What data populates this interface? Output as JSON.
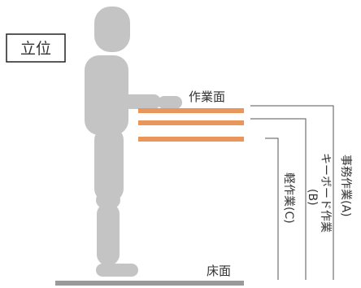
{
  "posture_label": "立位",
  "work_surface_label": "作業面",
  "floor_label": "床面",
  "measures": [
    {
      "label_main": "事務作業",
      "label_sub": "(A)"
    },
    {
      "label_main": "キーボード作業",
      "label_sub": "(B)"
    },
    {
      "label_main": "軽作業",
      "label_sub": "(C)"
    }
  ],
  "colors": {
    "figure": "#c4c4c4",
    "floor": "#9a9a9a",
    "surface": "#e8965a",
    "line": "#555555",
    "text": "#333333"
  }
}
